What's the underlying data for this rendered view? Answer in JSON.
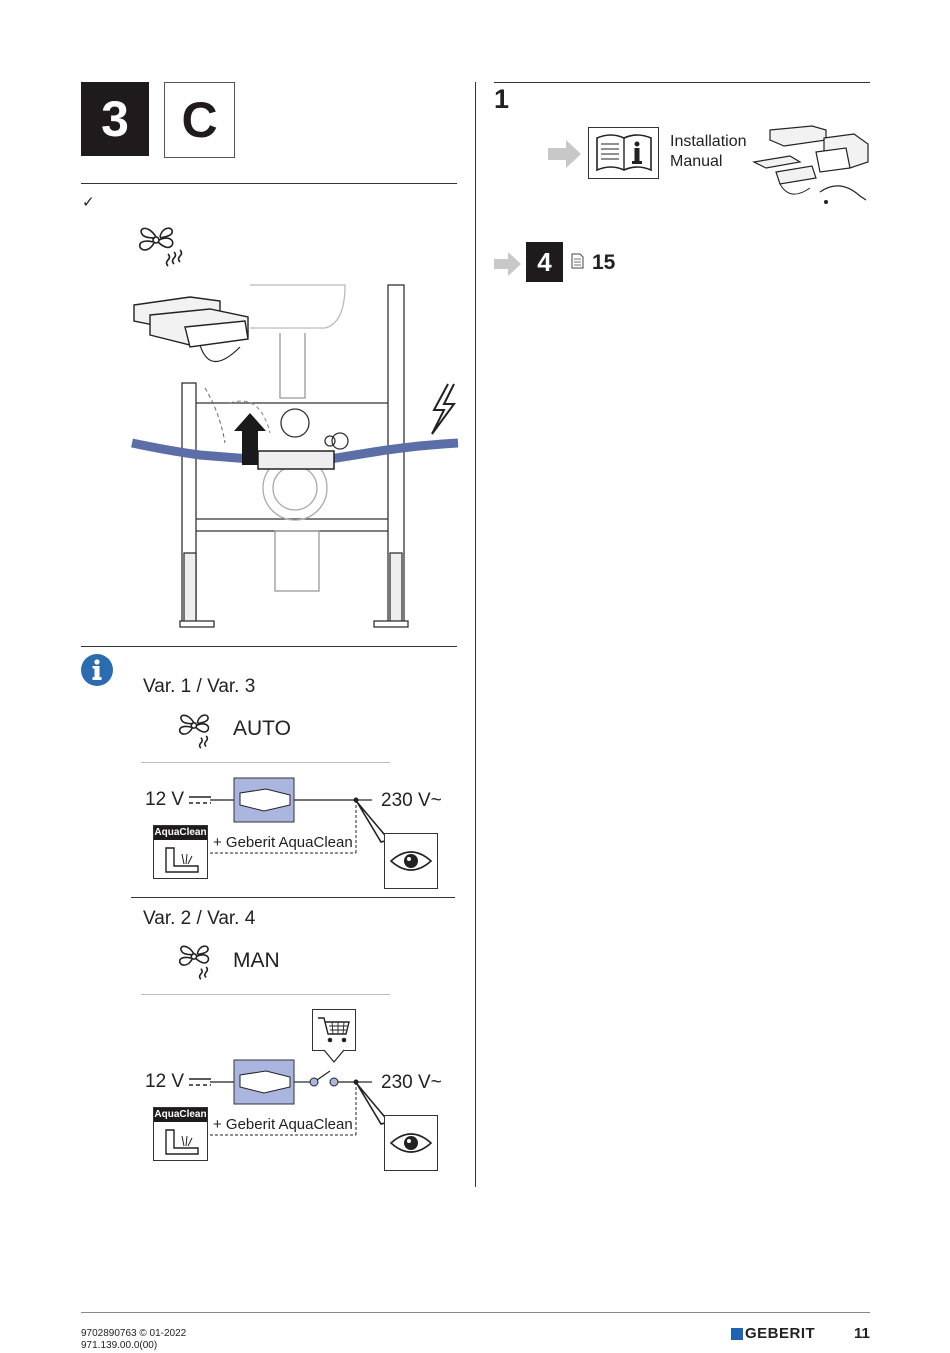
{
  "left_column": {
    "step_number": "3",
    "step_letter": "C",
    "check_mark": "✓",
    "info_section": {
      "variant_a": "Var. 1 / Var. 3",
      "variant_a_mode": "AUTO",
      "variant_b": "Var. 2 / Var. 4",
      "variant_b_mode": "MAN",
      "voltage_low": "12 V",
      "voltage_high": "230 V~",
      "aquaclean_badge": "AquaClean",
      "aquaclean_caption": "+ Geberit AquaClean"
    }
  },
  "right_column": {
    "step_number": "1",
    "installation_manual_line1": "Installation",
    "installation_manual_line2": "Manual",
    "goto_step": "4",
    "goto_page": "15"
  },
  "footer": {
    "doc_number": "9702890763 © 01-2022",
    "doc_code": "971.139.00.0(00)",
    "brand": "GEBERIT",
    "page_number": "11"
  },
  "colors": {
    "step_dark": "#1f1b1c",
    "info_blue": "#2b6cb0",
    "module_fill": "#aab5e0",
    "hose_blue": "#5b6ea8",
    "brand_blue": "#1f63b5"
  }
}
